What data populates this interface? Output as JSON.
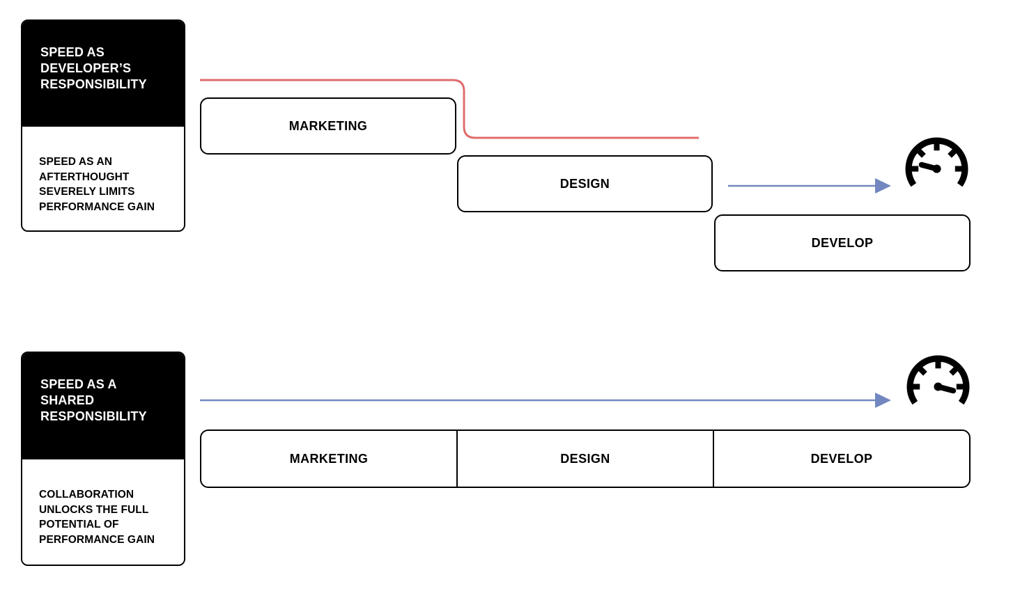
{
  "colors": {
    "black": "#000000",
    "white": "#ffffff",
    "red_line": "#e06c6c",
    "blue_arrow": "#7287c0"
  },
  "scenario_sequential": {
    "card": {
      "title": "SPEED AS\nDEVELOPER’S\nRESPONSIBILITY",
      "body": "SPEED AS AN\nAFTERTHOUGHT\nSEVERELY LIMITS\nPERFORMANCE GAIN"
    },
    "stages": [
      {
        "label": "MARKETING"
      },
      {
        "label": "DESIGN"
      },
      {
        "label": "DEVELOP"
      }
    ],
    "speedometer_state": "low"
  },
  "scenario_shared": {
    "card": {
      "title": "SPEED AS A\nSHARED\nRESPONSIBILITY",
      "body": "COLLABORATION\nUNLOCKS THE FULL\nPOTENTIAL OF\nPERFORMANCE GAIN"
    },
    "stages": [
      {
        "label": "MARKETING"
      },
      {
        "label": "DESIGN"
      },
      {
        "label": "DEVELOP"
      }
    ],
    "speedometer_state": "high"
  }
}
